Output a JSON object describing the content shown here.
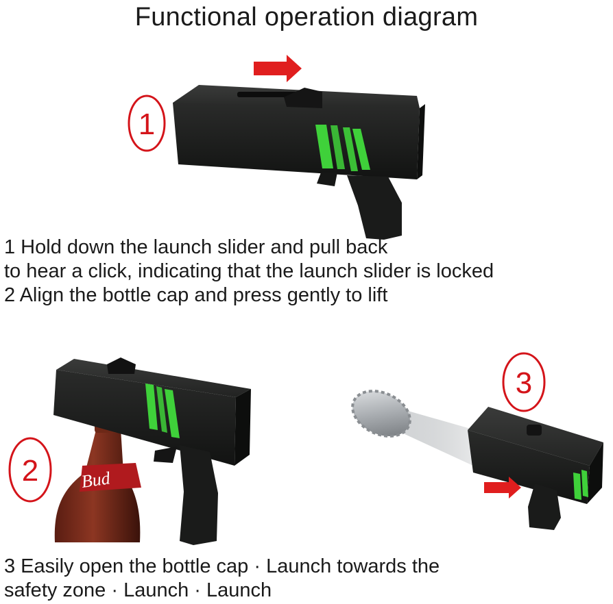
{
  "title": "Functional operation diagram",
  "step_markers": [
    "1",
    "2",
    "3"
  ],
  "bottle_label": "Bud",
  "caption_top": {
    "line1": "1 Hold down the launch slider and pull back",
    "line2": "to hear a click, indicating that the launch slider is locked",
    "line3": "2 Align the bottle cap and press gently to lift"
  },
  "caption_bottom": {
    "line1": "3 Easily open the bottle cap · Launch towards the",
    "line2": "safety zone · Launch · Launch"
  },
  "colors": {
    "marker_red": "#d4141a",
    "device_body": "#1e1f1e",
    "stripe_green": "#3fd13a",
    "bottle_red": "#b01a1e"
  }
}
